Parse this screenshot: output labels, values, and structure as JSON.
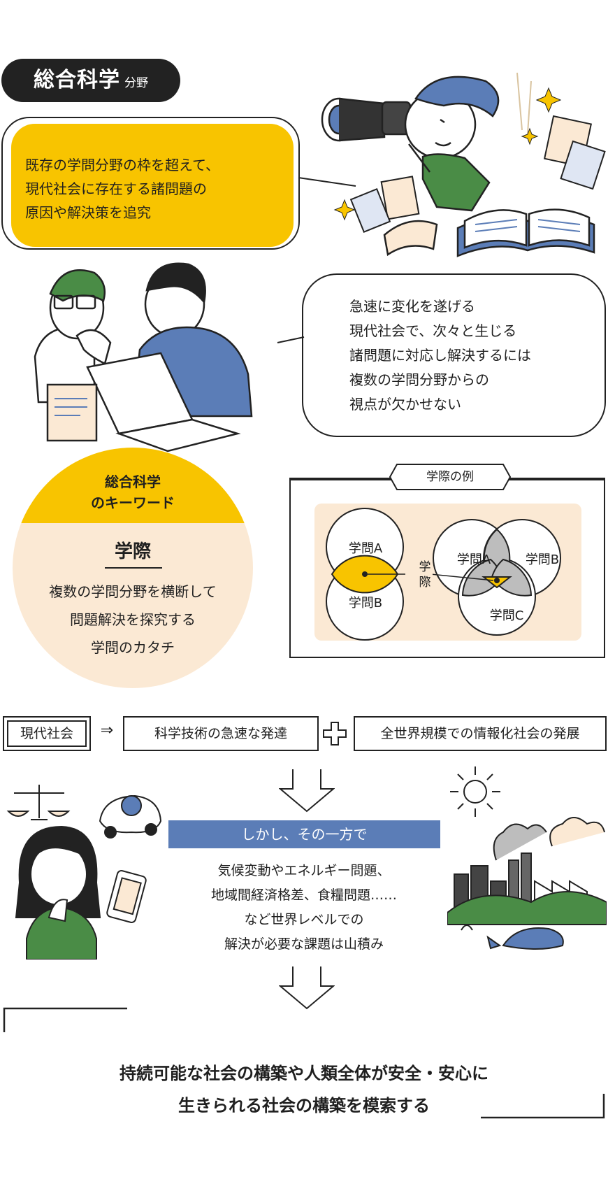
{
  "header": {
    "title": "総合科学",
    "subtitle": "分野"
  },
  "bubble_top": {
    "text": "既存の学問分野の枠を超えて、\n現代社会に存在する諸問題の\n原因や解決策を追究"
  },
  "bubble_mid": {
    "text": "急速に変化を遂げる\n現代社会で、次々と生じる\n諸問題に対応し解決するには\n複数の学問分野からの\n視点が欠かせない"
  },
  "keyword": {
    "heading": "総合科学\nのキーワード",
    "word": "学際",
    "description": "複数の学問分野を横断して\n問題解決を探究する\n学問のカタチ"
  },
  "example": {
    "tab_label": "学際の例",
    "two_circles": [
      "学問A",
      "学問B"
    ],
    "three_circles": [
      "学問A",
      "学問B",
      "学問C"
    ],
    "center_label": "学\n際",
    "colors": {
      "yellow": "#f8c400",
      "gray": "#bdbdbd",
      "beige": "#fbe9d4"
    }
  },
  "flow": {
    "modern_society": "現代社会",
    "arrow": "⇒",
    "science_tech": "科学技術の急速な発達",
    "plus": "+",
    "info_society": "全世界規模での情報化社会の発展"
  },
  "however": {
    "banner": "しかし、その一方で",
    "text": "気候変動やエネルギー問題、\n地域間経済格差、食糧問題……\nなど世界レベルでの\n解決が必要な課題は山積み"
  },
  "conclusion": {
    "text": "持続可能な社会の構築や人類全体が安全・安心に\n生きられる社会の構築を模索する"
  },
  "colors": {
    "accent_yellow": "#f8c400",
    "accent_blue": "#5b7db7",
    "beige": "#fbe9d4",
    "ink": "#222222"
  }
}
